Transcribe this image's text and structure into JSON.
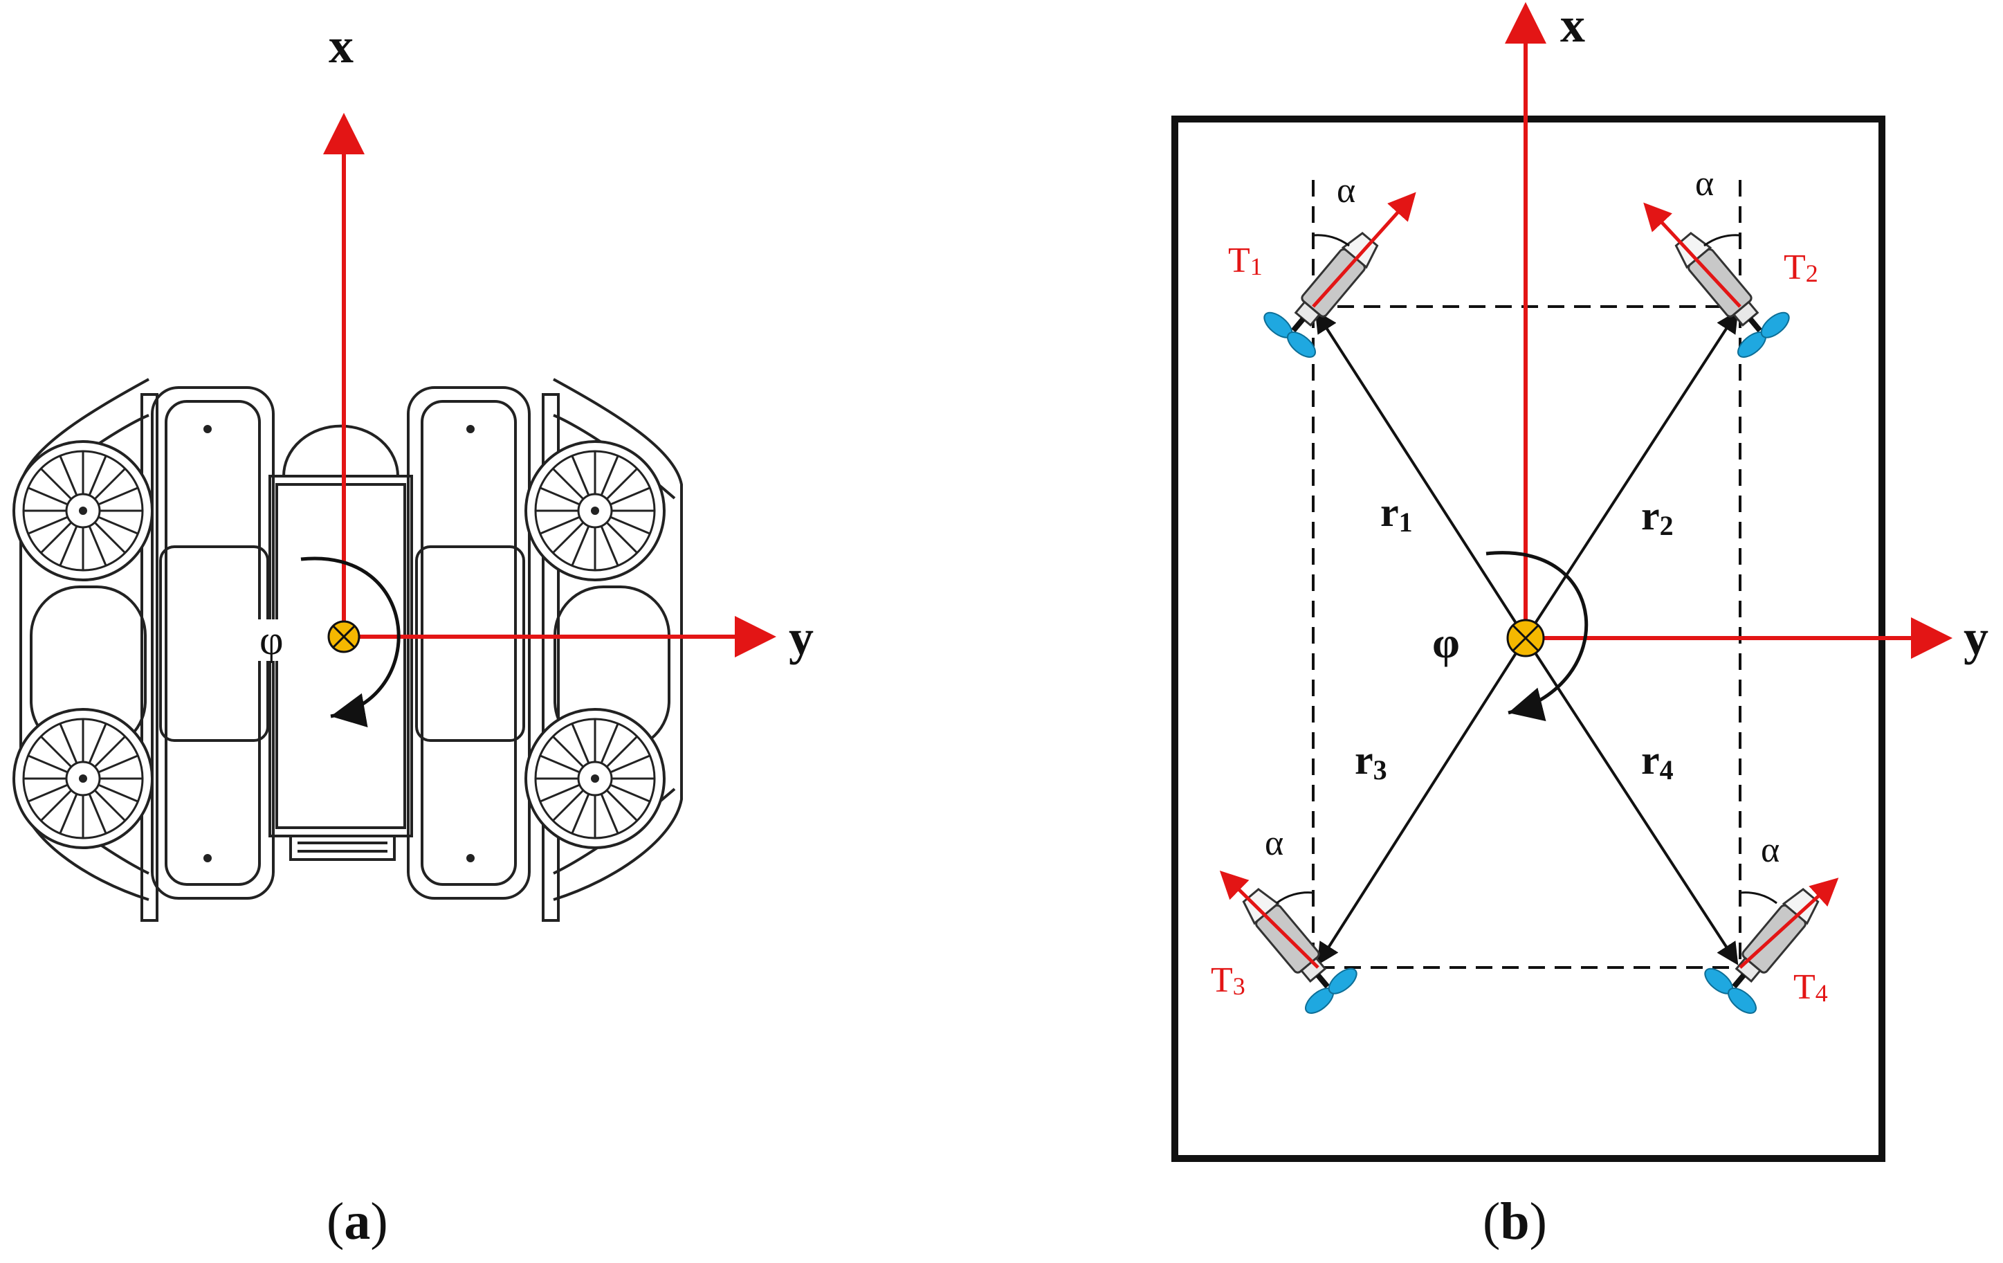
{
  "panel_a": {
    "axis_x": "x",
    "axis_y": "y",
    "rotation": "φ",
    "caption_open": "(",
    "caption_letter": "a",
    "caption_close": ")"
  },
  "panel_b": {
    "axis_x": "x",
    "axis_y": "y",
    "rotation": "φ",
    "caption_open": "(",
    "caption_letter": "b",
    "caption_close": ")",
    "thrusters": [
      {
        "name": "T",
        "sub": "1",
        "angle": "α"
      },
      {
        "name": "T",
        "sub": "2",
        "angle": "α"
      },
      {
        "name": "T",
        "sub": "3",
        "angle": "α"
      },
      {
        "name": "T",
        "sub": "4",
        "angle": "α"
      }
    ],
    "vectors": [
      {
        "name": "r",
        "sub": "1"
      },
      {
        "name": "r",
        "sub": "2"
      },
      {
        "name": "r",
        "sub": "3"
      },
      {
        "name": "r",
        "sub": "4"
      }
    ]
  },
  "colors": {
    "axis": "#e31515",
    "origin": "#f5b800",
    "propeller": "#1fa8e0",
    "thruster_body": "#c8c8c8",
    "outline": "#111111"
  }
}
